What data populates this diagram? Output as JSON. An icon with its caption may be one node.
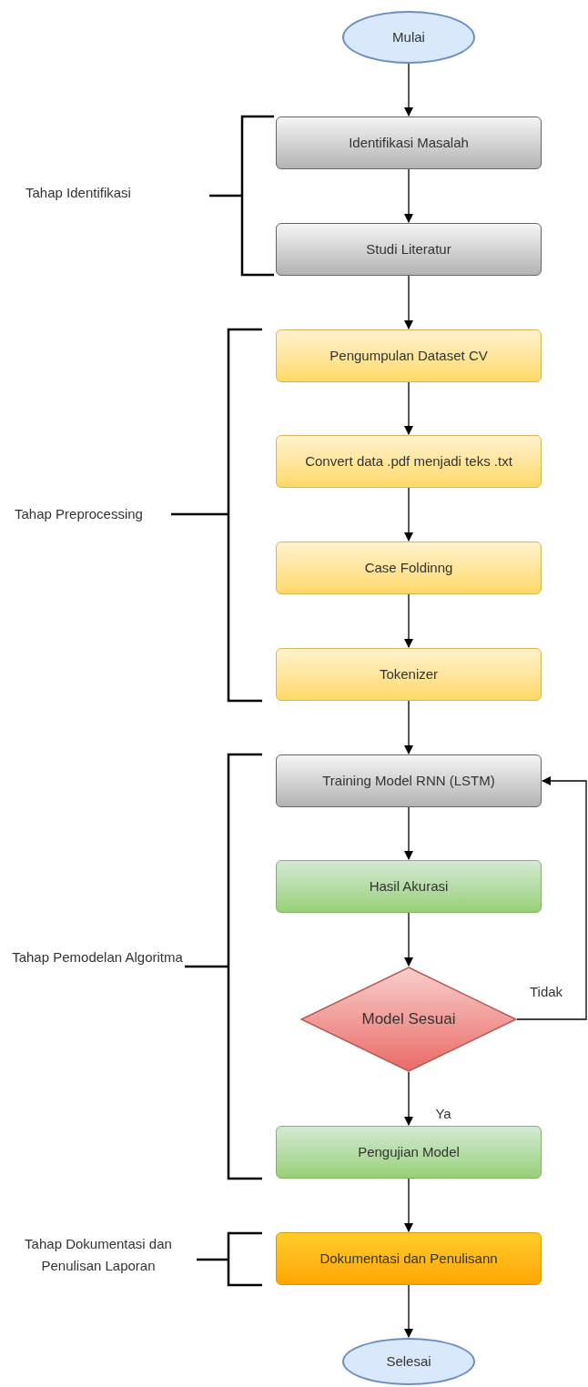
{
  "diagram": {
    "nodes": [
      {
        "text": [
          "Mulai"
        ]
      },
      {
        "text": [
          "Identifikasi Masalah"
        ]
      },
      {
        "text": [
          "Studi Literatur"
        ]
      },
      {
        "text": [
          "Pengumpulan Dataset CV"
        ]
      },
      {
        "text": [
          "Convert data .pdf menjadi teks .txt"
        ]
      },
      {
        "text": [
          "Case Foldinng"
        ]
      },
      {
        "text": [
          "Tokenizer"
        ]
      },
      {
        "text": [
          "Training Model RNN (LSTM)"
        ]
      },
      {
        "text": [
          "Hasil Akurasi"
        ]
      },
      {
        "text": [
          "Model Sesuai"
        ]
      },
      {
        "text": [
          "Pengujian Model"
        ]
      },
      {
        "text": [
          "Dokumentasi dan Penulisann"
        ]
      },
      {
        "text": [
          "Selesai"
        ]
      }
    ],
    "edges": [
      {
        "from": 0,
        "to": 1,
        "arrow": "to"
      },
      {
        "from": 1,
        "to": 2,
        "arrow": "to"
      },
      {
        "from": 2,
        "to": 3,
        "arrow": "to"
      },
      {
        "from": 3,
        "to": 4,
        "arrow": "to"
      },
      {
        "from": 4,
        "to": 5,
        "arrow": "to"
      },
      {
        "from": 5,
        "to": 6,
        "arrow": "to"
      },
      {
        "from": 6,
        "to": 7,
        "arrow": "to"
      },
      {
        "from": 7,
        "to": 8,
        "arrow": "to"
      },
      {
        "from": 8,
        "to": 9,
        "arrow": "to"
      },
      {
        "from": 9,
        "to": 10,
        "label": "Ya",
        "arrow": "to"
      },
      {
        "from": 9,
        "to": 7,
        "label": "Tidak",
        "arrow": "to"
      },
      {
        "from": 10,
        "to": 11,
        "arrow": "to"
      },
      {
        "from": 11,
        "to": 12,
        "arrow": "to"
      }
    ],
    "labels": [
      "Tahap Identifikasi",
      "Tahap Preprocessing",
      "Tahap Pemodelan Algoritma",
      "Tahap Dokumentasi dan Penulisan Laporan"
    ]
  }
}
